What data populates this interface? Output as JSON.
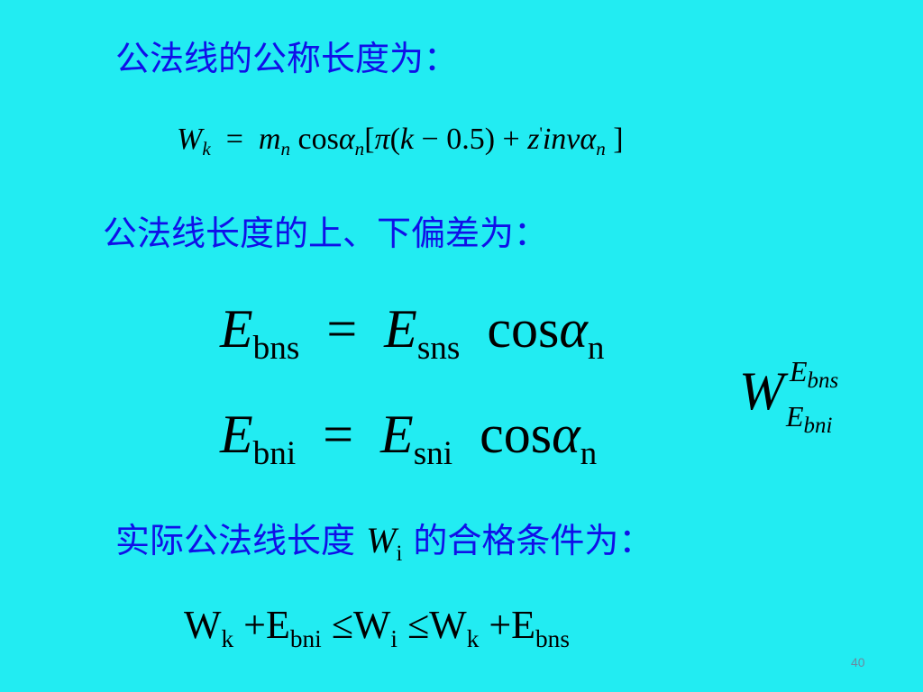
{
  "slide": {
    "heading_1": "公法线的公称长度为：",
    "heading_2": "公法线长度的上、下偏差为：",
    "heading_3_before": "实际公法线长度",
    "heading_3_after": "的合格条件为：",
    "page_number": "40",
    "background_color": "#22ecf2",
    "heading_color": "#1010e8"
  },
  "formula_wk": {
    "W": "W",
    "W_sub": "k",
    "equals": "=",
    "m": "m",
    "m_sub": "n",
    "cos": "cos",
    "alpha": "α",
    "alpha_sub": "n",
    "bracket_open": "[",
    "pi": "π",
    "paren_open": "(",
    "k": "k",
    "minus": "−",
    "half": "0.5",
    "paren_close": ")",
    "plus": "+",
    "z": "z",
    "z_sup": "'",
    "inv": "inv",
    "alpha2": "α",
    "alpha2_sub": "n",
    "bracket_close": "]"
  },
  "formula_ebns": {
    "E": "E",
    "E_sub": "bns",
    "equals": "=",
    "E2": "E",
    "E2_sub": "sns",
    "cos": "cos",
    "alpha": "α",
    "alpha_sub": "n"
  },
  "formula_ebni": {
    "E": "E",
    "E_sub": "bni",
    "equals": "=",
    "E2": "E",
    "E2_sub": "sni",
    "cos": "cos",
    "alpha": "α",
    "alpha_sub": "n"
  },
  "tolerance_symbol": {
    "W": "W",
    "upper_E": "E",
    "upper_sub": "bns",
    "lower_E": "E",
    "lower_sub": "bni"
  },
  "heading_3_var": {
    "W": "W",
    "W_sub": "i"
  },
  "condition": {
    "W1": "W",
    "W1_sub": "k",
    "plus1": "+",
    "E1": "E",
    "E1_sub": "bni",
    "leq1": "≤",
    "W2": "W",
    "W2_sub": "i",
    "leq2": "≤",
    "W3": "W",
    "W3_sub": "k",
    "plus2": "+",
    "E2": "E",
    "E2_sub": "bns"
  }
}
